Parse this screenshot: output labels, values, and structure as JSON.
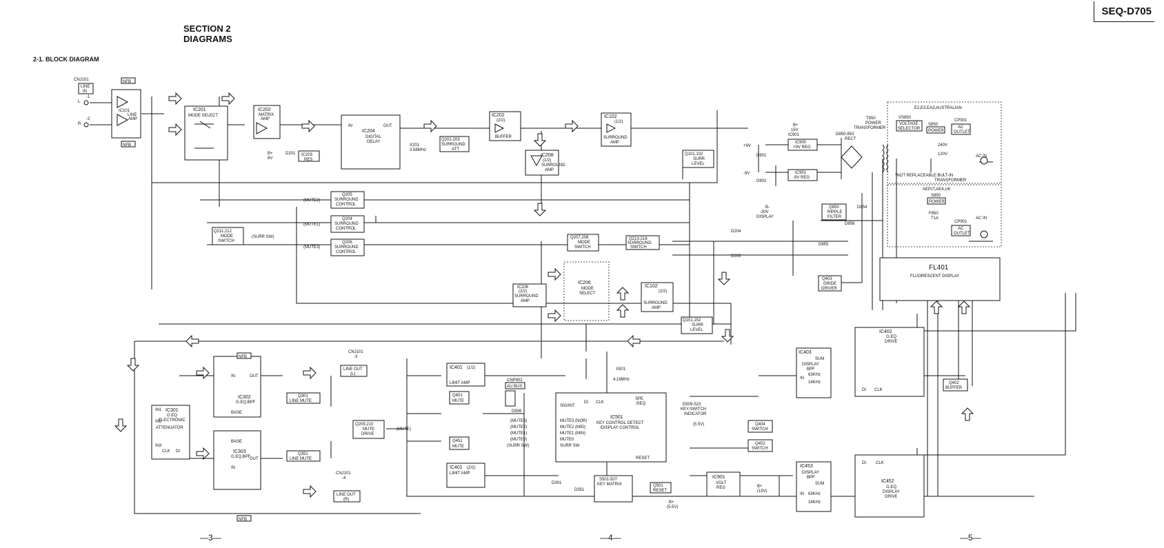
{
  "header": {
    "model": "SEQ-D705"
  },
  "section": {
    "line1": "SECTION 2",
    "line2": "DIAGRAMS"
  },
  "subtitle": "2-1.  BLOCK DIAGRAM",
  "pages": {
    "p3": "—3—",
    "p4": "—4—",
    "p5": "—5—"
  },
  "inputs": {
    "jack": "CNJ101",
    "line_in": [
      "LINE",
      "IN"
    ],
    "l": "L",
    "r": "R",
    "pin_l": "-1",
    "pin_r": "-2"
  },
  "blocks": {
    "ic101": [
      "IC101",
      "LINE",
      "AMP"
    ],
    "nfb": "NFB",
    "ic201": [
      "IC201",
      "MODE SELECT"
    ],
    "ic202": [
      "IC202",
      "MATRIX",
      "AMP"
    ],
    "ic203": [
      "IC203",
      "RES"
    ],
    "d201": "D201",
    "bplus_8v": [
      "B+",
      "8V"
    ],
    "ic204": [
      "IC204",
      "DIGITAL",
      "DELAY",
      "IN",
      "OUT"
    ],
    "x201": [
      "X201",
      "3.58MHz"
    ],
    "q201_203": [
      "Q201-203",
      "SURROUND",
      "ATT"
    ],
    "ic202b": [
      "IC202",
      "(2/2)",
      "BUFFER"
    ],
    "ic208a": [
      "IC208",
      "(1/2)",
      "SURROUND",
      "AMP"
    ],
    "ic102a": [
      "IC102",
      "(1/2)",
      "SURROUND",
      "AMP"
    ],
    "q101_102": [
      "Q101,102",
      "SURR",
      "LEVEL"
    ],
    "q205": [
      "Q205",
      "SURROUND",
      "CONTROL"
    ],
    "q204": [
      "Q204",
      "SURROUND",
      "CONTROL"
    ],
    "q206": [
      "Q206",
      "SURROUND",
      "CONTROL"
    ],
    "q211_212": [
      "Q211,212",
      "MODE",
      "SWITCH"
    ],
    "mute2": "(MUTE2)",
    "mute1": "(MUTE1)",
    "mute3": "(MUTE3)",
    "surr_sw": "(SURR SW)",
    "q207_208": [
      "Q207,208",
      "MODE",
      "SWITCH"
    ],
    "q213_216": [
      "Q213-216",
      "SURROUND",
      "SWITCH"
    ],
    "ic206": [
      "IC206",
      "MODE",
      "SELECT"
    ],
    "ic208b": [
      "IC208",
      "(2/2)",
      "SURROUND",
      "AMP"
    ],
    "ic102b": [
      "IC102",
      "(2/2)",
      "SURROUND",
      "AMP"
    ],
    "q151_152": [
      "Q151,152",
      "SURR",
      "LEVEL"
    ],
    "ic301": [
      "IC301",
      "G.EQ",
      "ELECTRONIC",
      "ATTENUATOR",
      "IN1",
      "IN2",
      "IN3",
      "CLK",
      "DI"
    ],
    "ic302": [
      "IC302",
      "G.EQ,BPF",
      "IN",
      "OUT",
      "BASE"
    ],
    "ic303": [
      "IC303",
      "G.EQ,BPF",
      "IN",
      "OUT",
      "BASE"
    ],
    "q301": [
      "Q301",
      "LINE MUTE"
    ],
    "q351": [
      "Q351",
      "LINE MUTE"
    ],
    "q209_210": [
      "Q209,210",
      "MUTE",
      "DRIVE"
    ],
    "mute_sig": "(MUTE)",
    "line_out_l": [
      "CNJ101",
      "-3",
      "LINE OUT",
      "(L)"
    ],
    "line_out_r": [
      "CNJ101",
      "-4",
      "LINE OUT",
      "(R)"
    ],
    "ic401a": [
      "IC401",
      "(1/2)",
      "LIMIT AMP"
    ],
    "ic401b": [
      "IC401",
      "(2/2)",
      "LIMIT AMP"
    ],
    "q401": [
      "Q401",
      "MUTE"
    ],
    "q451": [
      "Q451",
      "MUTE"
    ],
    "cnp902": [
      "CNP902",
      "AU BUS"
    ],
    "d906": "D906",
    "x501": [
      "X501",
      "4.19MHz"
    ],
    "ic501": [
      "IC501",
      "KEY CONTROL DETECT",
      "/DISPLAY CONTROL",
      "SIG/INT",
      "DI",
      "CLK",
      "SPE",
      "/SEQ",
      "RESET"
    ],
    "ic501_pins": [
      "MUTE3 (NOR)",
      "MUTE2 (MID)",
      "MUTE1 (MIN)",
      "MUTE0",
      "SURR SW"
    ],
    "mute_list": [
      "(MUTE3)",
      "(MUTE2)",
      "(MUTE1)",
      "(MUTE0)",
      "(SURR SW)"
    ],
    "s501_507": [
      "S501-507",
      "KEY MATRIX"
    ],
    "d301": "D301",
    "d351": "D351",
    "q501": [
      "Q501",
      "RESET"
    ],
    "b5v": [
      "B+",
      "(5.5V)"
    ],
    "ic901": [
      "IC901",
      "VOLT",
      "REG"
    ],
    "b15v": [
      "B+",
      "(15V)"
    ],
    "d509_523": [
      "D509-523",
      "KEY-SWITCH",
      "INDICATOR",
      "(5.5V)"
    ],
    "q404": [
      "Q404",
      "SWITCH"
    ],
    "q452": [
      "Q452",
      "SWITCH"
    ],
    "ic403": [
      "IC403",
      "DISPLAY",
      "BPF",
      "SUM",
      "63KHz",
      "16KHz",
      "IN"
    ],
    "ic402": [
      "IC402",
      "G.EQ",
      "DRIVE",
      "DI",
      "CLK"
    ],
    "ic453": [
      "IC453",
      "DISPLAY",
      "BPF",
      "SUM",
      "63KHz",
      "16KHz",
      "IN"
    ],
    "ic452": [
      "IC452",
      "G.EQ",
      "DISPLAY",
      "DRIVE",
      "DI",
      "CLK"
    ],
    "q402": [
      "Q402",
      "BUFFER"
    ],
    "q403": [
      "Q403",
      "GRIDE",
      "DRIVER"
    ],
    "fl401": [
      "FL401",
      "FLUORESCENT DISPLAY"
    ],
    "ic900": [
      "IC900",
      "+9V REG"
    ],
    "ic951": [
      "IC951",
      "-9V REG"
    ],
    "d901": "D901",
    "d902": "D902",
    "p9v": "+9V",
    "m9v": "-9V",
    "b15": [
      "B+",
      "15V",
      "IC901"
    ],
    "d850_853": [
      "D850-853",
      "RECT"
    ],
    "t850": [
      "T850",
      "POWER",
      "TRANSFORMER"
    ],
    "bminus": [
      "B-",
      "-30V",
      "DISPLAY"
    ],
    "q850": [
      "Q850",
      "RIPPLE",
      "FILTER"
    ],
    "d854": "D854",
    "d856": "D856",
    "d855": "D855",
    "d204": "D204",
    "d203": "D203",
    "region1": "E2,E3,EA3,AUSTRALIAN",
    "vs850": [
      "VS850",
      "VOLTAGE",
      "SELECTOR"
    ],
    "s850": [
      "S850",
      "POWER"
    ],
    "cp901": [
      "CP901",
      "AC",
      "OUTLET"
    ],
    "v240": "240V",
    "v120": "120V",
    "ac_in": "AC IN",
    "not_repl": [
      "*NOT REPLACEABLE:BULT-IN",
      "TRANSFORMER"
    ],
    "region2": "AEP,IT,AE4,UK",
    "f850": [
      "F850",
      "T1A"
    ]
  }
}
